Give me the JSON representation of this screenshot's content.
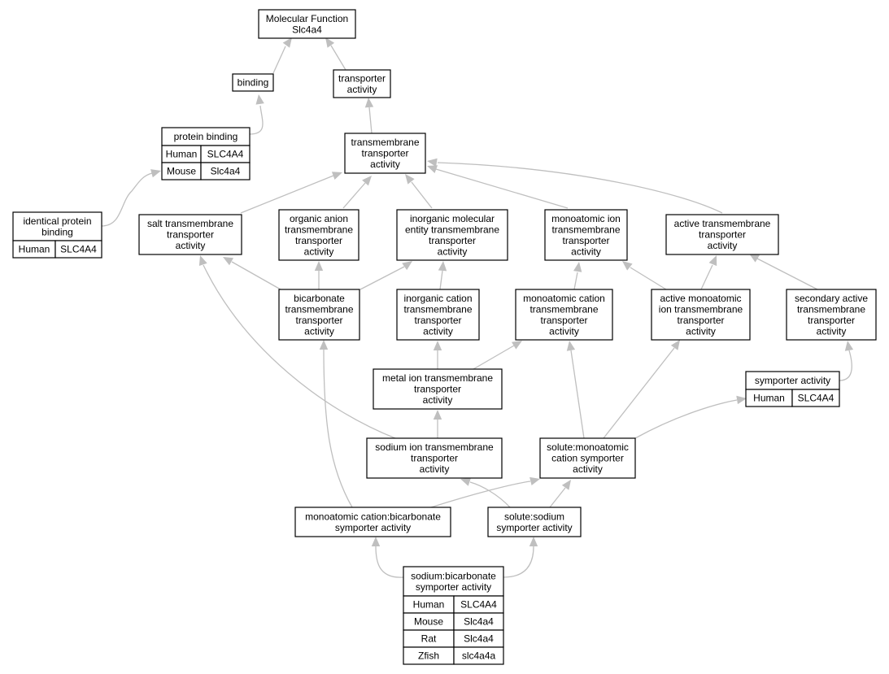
{
  "title": "Molecular Function Slc4a4",
  "colors": {
    "Human": "#fd6346",
    "Mouse": "#abd8e6",
    "Rat": "#ffd600",
    "Zfish": "#6495ec",
    "edge": "#bfbfbf"
  },
  "nodes": {
    "root": {
      "lines": [
        "Molecular Function",
        "Slc4a4"
      ]
    },
    "binding": {
      "lines": [
        "binding"
      ]
    },
    "transporter": {
      "lines": [
        "transporter",
        "activity"
      ]
    },
    "protein_binding": {
      "lines": [
        "protein binding"
      ],
      "species": [
        [
          "Human",
          "SLC4A4"
        ],
        [
          "Mouse",
          "Slc4a4"
        ]
      ]
    },
    "tm_transporter": {
      "lines": [
        "transmembrane",
        "transporter",
        "activity"
      ]
    },
    "identical_protein_binding": {
      "lines": [
        "identical protein",
        "binding"
      ],
      "species": [
        [
          "Human",
          "SLC4A4"
        ]
      ]
    },
    "salt_tm": {
      "lines": [
        "salt transmembrane",
        "transporter",
        "activity"
      ]
    },
    "organic_anion": {
      "lines": [
        "organic anion",
        "transmembrane",
        "transporter",
        "activity"
      ]
    },
    "inorganic_molecular": {
      "lines": [
        "inorganic molecular",
        "entity transmembrane",
        "transporter",
        "activity"
      ]
    },
    "monoatomic_ion": {
      "lines": [
        "monoatomic ion",
        "transmembrane",
        "transporter",
        "activity"
      ]
    },
    "active_tm": {
      "lines": [
        "active transmembrane",
        "transporter",
        "activity"
      ]
    },
    "bicarbonate": {
      "lines": [
        "bicarbonate",
        "transmembrane",
        "transporter",
        "activity"
      ]
    },
    "inorganic_cation": {
      "lines": [
        "inorganic cation",
        "transmembrane",
        "transporter",
        "activity"
      ]
    },
    "monoatomic_cation": {
      "lines": [
        "monoatomic cation",
        "transmembrane",
        "transporter",
        "activity"
      ]
    },
    "active_monoatomic": {
      "lines": [
        "active monoatomic",
        "ion transmembrane",
        "transporter",
        "activity"
      ]
    },
    "secondary_active": {
      "lines": [
        "secondary active",
        "transmembrane",
        "transporter",
        "activity"
      ]
    },
    "metal_ion": {
      "lines": [
        "metal ion transmembrane",
        "transporter",
        "activity"
      ]
    },
    "symporter": {
      "lines": [
        "symporter activity"
      ],
      "species": [
        [
          "Human",
          "SLC4A4"
        ]
      ]
    },
    "sodium_ion": {
      "lines": [
        "sodium ion transmembrane",
        "transporter",
        "activity"
      ]
    },
    "solute_monoatomic": {
      "lines": [
        "solute:monoatomic",
        "cation symporter",
        "activity"
      ]
    },
    "monoatomic_bicarbonate": {
      "lines": [
        "monoatomic cation:bicarbonate",
        "symporter activity"
      ]
    },
    "solute_sodium": {
      "lines": [
        "solute:sodium",
        "symporter activity"
      ]
    },
    "sodium_bicarbonate": {
      "lines": [
        "sodium:bicarbonate",
        "symporter activity"
      ],
      "species": [
        [
          "Human",
          "SLC4A4"
        ],
        [
          "Mouse",
          "Slc4a4"
        ],
        [
          "Rat",
          "Slc4a4"
        ],
        [
          "Zfish",
          "slc4a4a"
        ]
      ]
    }
  }
}
